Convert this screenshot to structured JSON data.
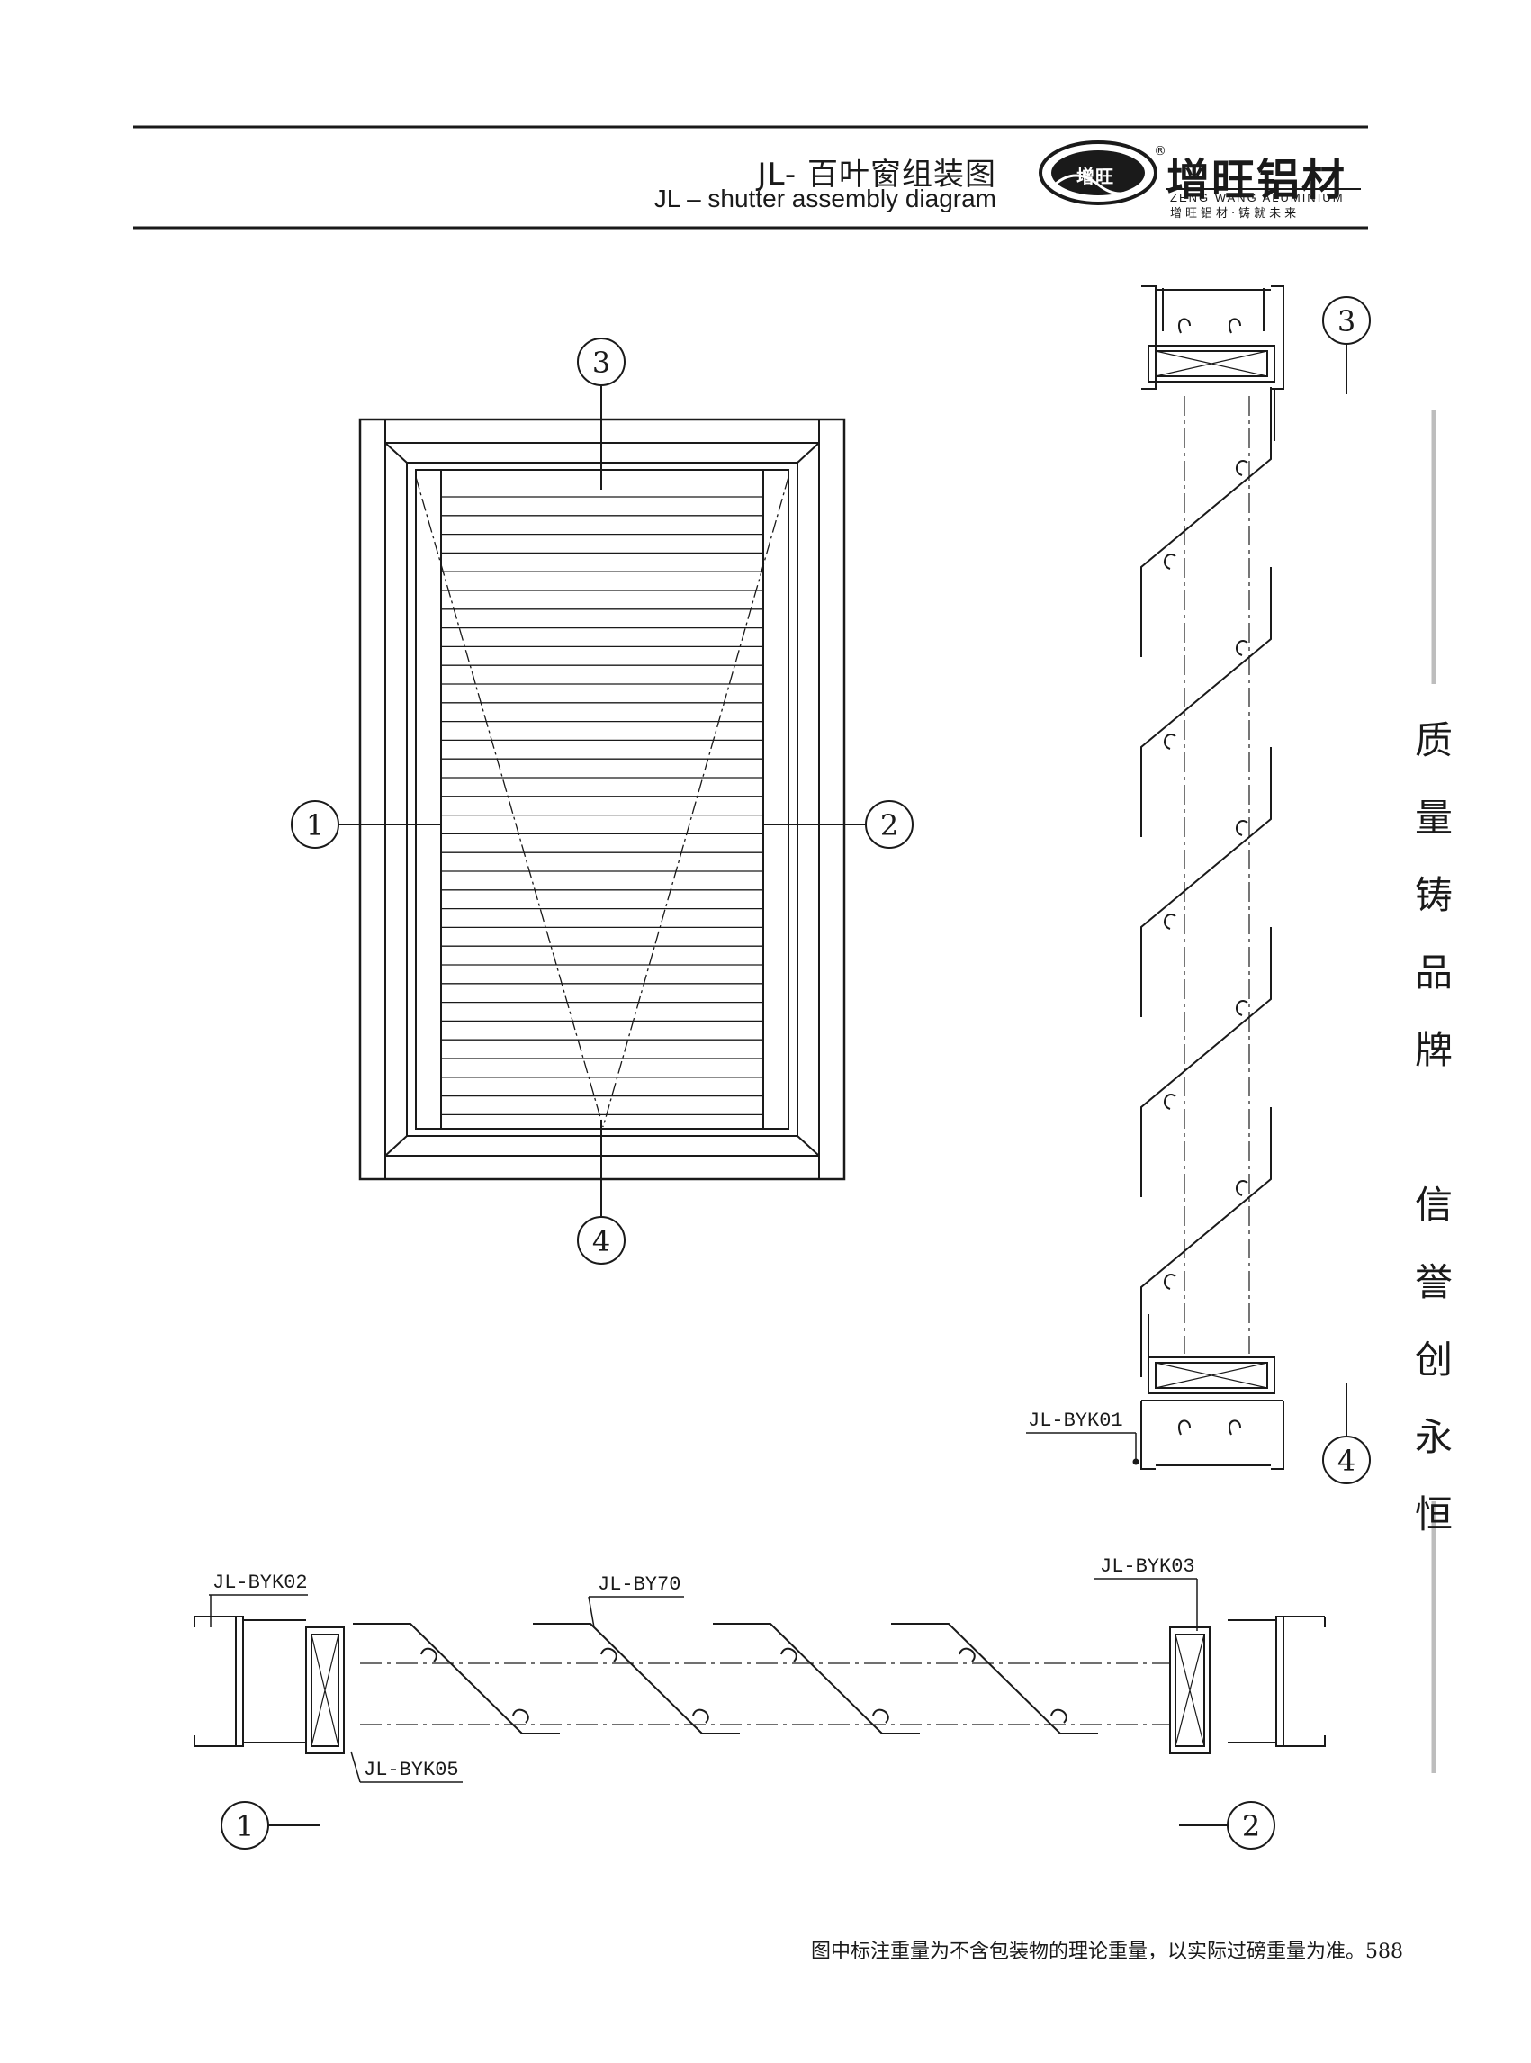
{
  "header": {
    "title_cn": "JL- 百叶窗组装图",
    "title_en": "JL – shutter assembly diagram"
  },
  "brand": {
    "logo_text": "增旺",
    "name_cn": "增旺铝材",
    "name_en": "ZENG WANG ALUMINIUM",
    "slogan": "增旺铝材·铸就未来",
    "registered": "®"
  },
  "side_text": [
    "质",
    "量",
    "铸",
    "品",
    "牌",
    "信",
    "誉",
    "创",
    "永",
    "恒"
  ],
  "callouts": [
    "1",
    "2",
    "3",
    "4"
  ],
  "codes": {
    "byk01": "JL-BYK01",
    "byk02": "JL-BYK02",
    "byk03": "JL-BYK03",
    "byk05": "JL-BYK05",
    "by70": "JL-BY70"
  },
  "footer": {
    "note": "图中标注重量为不含包装物的理论重量，以实际过磅重量为准。588"
  },
  "colors": {
    "line": "#1a1a1a",
    "grey": "#bdbdbd"
  }
}
